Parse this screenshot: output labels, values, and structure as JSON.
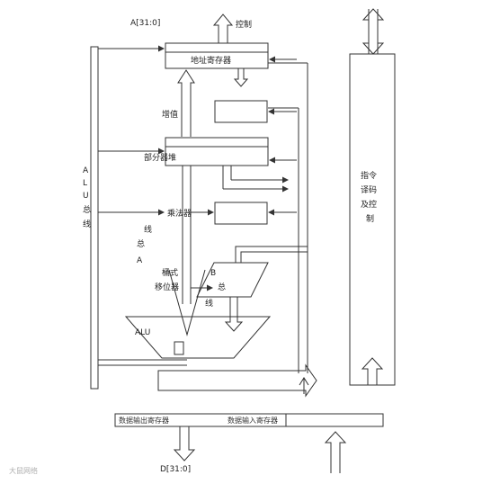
{
  "labels": {
    "addr_bus": "A[31:0]",
    "control": "控制",
    "addr_reg": "地址寄存器",
    "incrementer": "增值",
    "reg_file": "部分器堆",
    "multiplier": "乘法器",
    "bus_a_1": "线",
    "bus_a_2": "总",
    "bus_a_3": "A",
    "bus_b_1": "B",
    "bus_b_2": "总",
    "bus_b_3": "线",
    "shifter_1": "桶式",
    "shifter_2": "移位器",
    "alu": "ALU",
    "alu_bus_1": "A",
    "alu_bus_2": "L",
    "alu_bus_3": "U",
    "alu_bus_4": "总",
    "alu_bus_5": "线",
    "decode_1": "指令",
    "decode_2": "译码",
    "decode_3": "及控",
    "decode_4": "制",
    "data_out_reg": "数据输出寄存器",
    "data_in_reg": "数据输入寄存器",
    "data_bus": "D[31:0]"
  },
  "watermark": "大鼠网络"
}
